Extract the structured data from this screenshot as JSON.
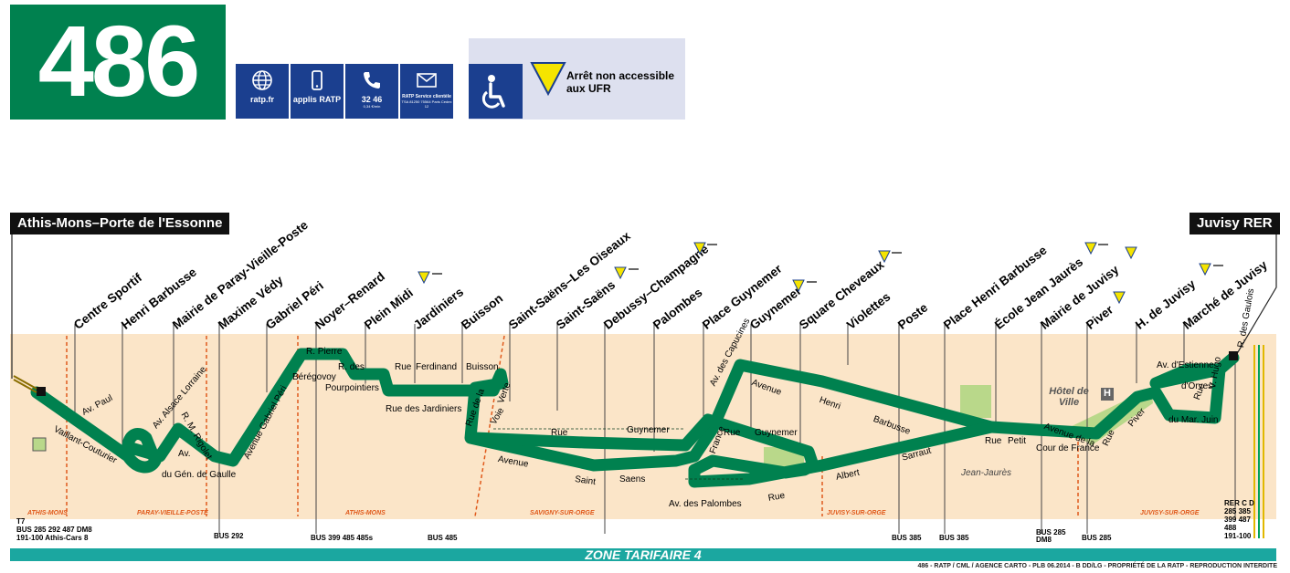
{
  "line": {
    "number": "486",
    "color": "#00814f"
  },
  "services": [
    {
      "label": "ratp.fr",
      "sub": "",
      "icon": "globe-icon"
    },
    {
      "label": "applis RATP",
      "sub": "",
      "icon": "phone-app-icon"
    },
    {
      "label": "32 46",
      "sub": "0,34 €/min",
      "icon": "telephone-icon"
    },
    {
      "label": "RATP Service clientèle",
      "sub": "TSA 81250 75564 Paris Cedex 12",
      "icon": "envelope-icon"
    }
  ],
  "accessibility": {
    "legend": "Arrêt non accessible aux UFR",
    "icon": "wheelchair-icon",
    "marker_color": "#f5e400"
  },
  "terminals": {
    "west": "Athis-Mons–Porte de l'Essonne",
    "east": "Juvisy RER"
  },
  "stops": [
    {
      "name": "Centre Sportif"
    },
    {
      "name": "Henri Barbusse"
    },
    {
      "name": "Mairie de Paray-Vieille-Poste"
    },
    {
      "name": "Maxime Védy"
    },
    {
      "name": "Gabriel Péri"
    },
    {
      "name": "Noyer–Renard"
    },
    {
      "name": "Plein Midi",
      "inaccessible": true,
      "direction": "west"
    },
    {
      "name": "Jardiniers"
    },
    {
      "name": "Buisson"
    },
    {
      "name": "Saint-Saëns–Les Oiseaux"
    },
    {
      "name": "Saint-Saëns",
      "inaccessible": true,
      "direction": "west"
    },
    {
      "name": "Debussy–Champagne",
      "inaccessible": true,
      "direction": "east"
    },
    {
      "name": "Palombes"
    },
    {
      "name": "Place Guynemer"
    },
    {
      "name": "Guynemer",
      "inaccessible": true,
      "direction": "west"
    },
    {
      "name": "Square Cheveaux",
      "inaccessible": true,
      "direction": "east"
    },
    {
      "name": "Violettes"
    },
    {
      "name": "Poste"
    },
    {
      "name": "Place Henri Barbusse"
    },
    {
      "name": "École Jean Jaurès",
      "inaccessible": true,
      "direction": "east"
    },
    {
      "name": "Mairie de Juvisy",
      "inaccessible": true
    },
    {
      "name": "Piver",
      "inaccessible": true
    },
    {
      "name": "H. de Juvisy",
      "inaccessible": true,
      "direction": "west"
    },
    {
      "name": "Marché de Juvisy"
    }
  ],
  "streets": [
    "Av. Paul",
    "Vaillant-Couturier",
    "Av. Alsace Lorraine",
    "R. M. Rigolet",
    "Av.",
    "du Gén. de Gaulle",
    "Avenue Gabriel Péri",
    "R. Pierre",
    "Bérégovoy",
    "R. des",
    "Pourpointiers",
    "Rue",
    "Ferdinand",
    "Buisson",
    "Rue des Jardiniers",
    "Rue de la",
    "Voie",
    "Verte",
    "Rue",
    "Avenue",
    "Saint",
    "Saens",
    "Guynemer",
    "Rue",
    "Guynemer",
    "Av. des Capucines",
    "Avenue",
    "Henri",
    "Barbusse",
    "France",
    "Av. des Palombes",
    "Rue",
    "Albert",
    "Sarraut",
    "Rue",
    "Petit",
    "Avenue de la",
    "Cour de France",
    "Rue",
    "Piver",
    "Av. d'Estienne",
    "d'Orves",
    "Rue",
    "du Mar. Juin",
    "V. Hugo",
    "R. des Gaulois"
  ],
  "landmarks": {
    "town_hall": "Hôtel de Ville",
    "hospital": "H",
    "stop_area": "Jean-Jaurès"
  },
  "communes": [
    "ATHIS-MONS",
    "PARAY-VIEILLE-POSTE",
    "ATHIS-MONS",
    "SAVIGNY-SUR-ORGE",
    "JUVISY-SUR-ORGE",
    "JUVISY-SUR-ORGE"
  ],
  "connections": {
    "west_tram": "T7",
    "west": "285 292 487 DM8",
    "west2": "191-100 Athis-Cars 8",
    "c1": "292",
    "c2": "399 485 485s",
    "c3": "485",
    "c4": "385",
    "c5": "385",
    "c6": "285",
    "c6b": "DM8",
    "c7": "285",
    "east_rer": "RER C D",
    "east1": "285 385",
    "east2": "399 487",
    "east3": "488",
    "east4": "191-100"
  },
  "zone": "ZONE TARIFAIRE 4",
  "credit": "486 - RATP / CML / AGENCE CARTO - PLB 06.2014 - B DD/LG - PROPRIÉTÉ DE LA RATP - REPRODUCTION INTERDITE",
  "colors": {
    "route": "#00814f",
    "band": "#fbe5c8",
    "zone": "#1ba7a0",
    "services": "#1b3f8f"
  }
}
